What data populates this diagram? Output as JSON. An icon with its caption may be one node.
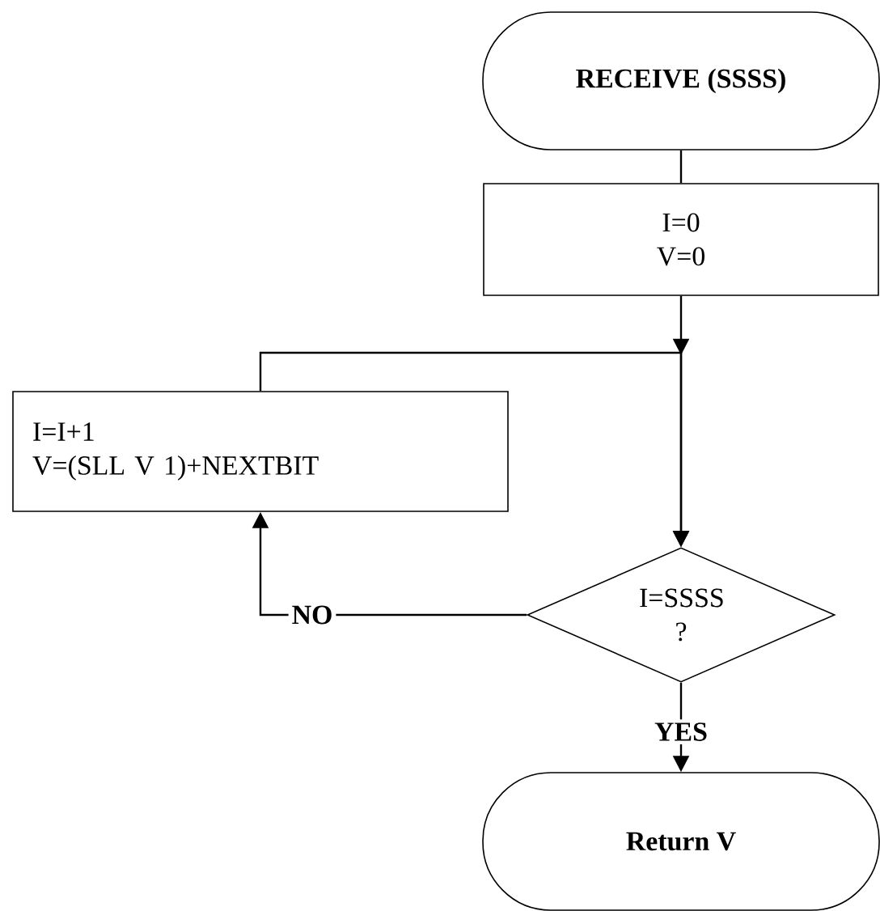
{
  "diagram": {
    "nodes": [
      {
        "text": [
          "RECEIVE (SSSS)"
        ]
      },
      {
        "text": [
          "I=0",
          "V=0"
        ]
      },
      {
        "text": [
          "I=I+1",
          "V=(SLL V 1)+NEXTBIT"
        ]
      },
      {
        "text": [
          "I=SSSS ?"
        ]
      },
      {
        "text": [
          "Return V"
        ]
      }
    ],
    "edges": [
      {
        "from": 0,
        "to": 1,
        "arrow": "none"
      },
      {
        "from": 1,
        "to": 3,
        "arrow": "to"
      },
      {
        "from": 2,
        "to": 3,
        "arrow": "to"
      },
      {
        "from": 3,
        "to": 2,
        "arrow": "to",
        "label": "NO"
      },
      {
        "from": 3,
        "to": 4,
        "arrow": "to",
        "label": "YES"
      }
    ]
  }
}
